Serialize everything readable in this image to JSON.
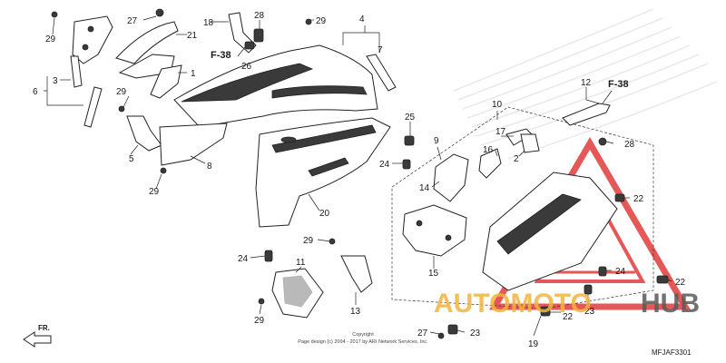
{
  "diagram": {
    "code": "MFJAF3301",
    "front_label": "FR.",
    "copyright_line1": "Copyright",
    "copyright_line2": "Page design (c) 2004 - 2017 by ARI Network Services, Inc.",
    "watermark_part1": "AUTOMOTO",
    "watermark_part2": "HUB",
    "watermark_color_orange": "#f2b53b",
    "watermark_color_gray": "#5a5a5a",
    "watermark_color_red": "#e23b3b",
    "refs": {
      "ref_a": "F-38",
      "ref_b": "F-38"
    },
    "callouts": {
      "c_29a": "29",
      "c_27a": "27",
      "c_21": "21",
      "c_18": "18",
      "c_28a": "28",
      "c_29b": "29",
      "c_4": "4",
      "c_7": "7",
      "c_3": "3",
      "c_6": "6",
      "c_26": "26",
      "c_1": "1",
      "c_29c": "29",
      "c_5": "5",
      "c_8": "8",
      "c_29d": "29",
      "c_10": "10",
      "c_12": "12",
      "c_25": "25",
      "c_9": "9",
      "c_17": "17",
      "c_16": "16",
      "c_2": "2",
      "c_28b": "28",
      "c_24a": "24",
      "c_14": "14",
      "c_20": "20",
      "c_22a": "22",
      "c_24b": "24",
      "c_29e": "29",
      "c_11": "11",
      "c_15": "15",
      "c_24c": "24",
      "c_22b": "22",
      "c_13": "13",
      "c_29f": "29",
      "c_23a": "23",
      "c_22c": "22",
      "c_27b": "27",
      "c_23b": "23",
      "c_19": "19"
    }
  }
}
